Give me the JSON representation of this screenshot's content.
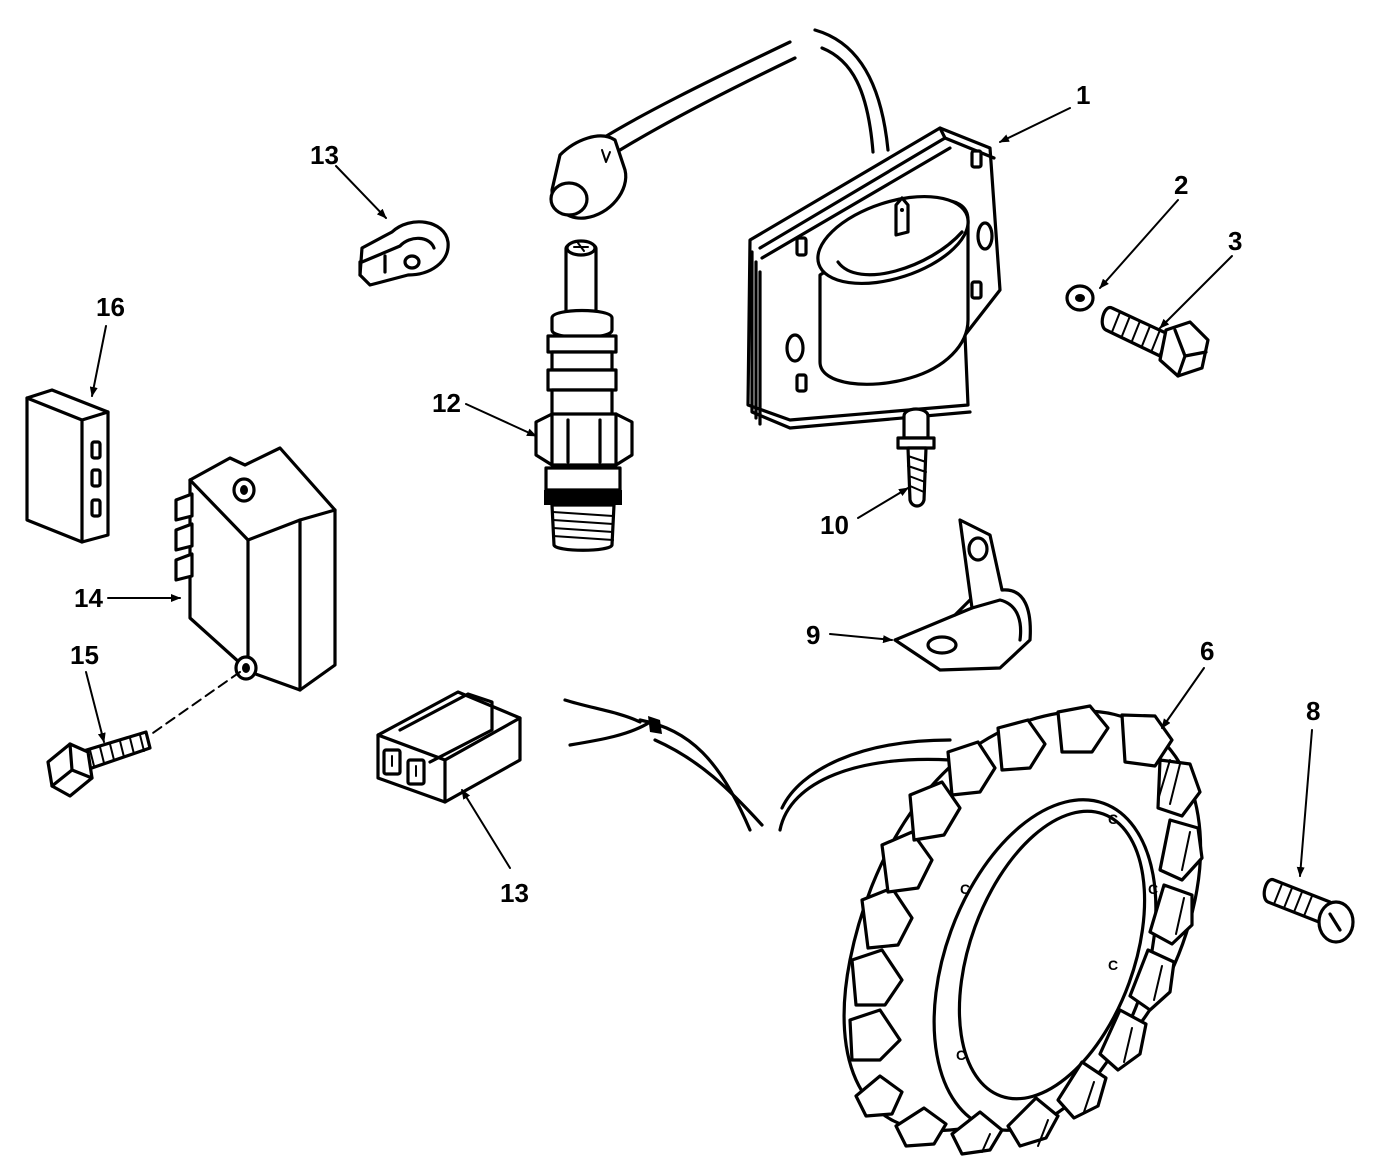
{
  "diagram": {
    "callouts": [
      {
        "id": "c1",
        "label": "1"
      },
      {
        "id": "c2",
        "label": "2"
      },
      {
        "id": "c3",
        "label": "3"
      },
      {
        "id": "c6",
        "label": "6"
      },
      {
        "id": "c8",
        "label": "8"
      },
      {
        "id": "c9",
        "label": "9"
      },
      {
        "id": "c10",
        "label": "10"
      },
      {
        "id": "c12",
        "label": "12"
      },
      {
        "id": "c13a",
        "label": "13"
      },
      {
        "id": "c13b",
        "label": "13"
      },
      {
        "id": "c14",
        "label": "14"
      },
      {
        "id": "c15",
        "label": "15"
      },
      {
        "id": "c16",
        "label": "16"
      }
    ],
    "stator_marks": [
      "C",
      "C",
      "C",
      "C",
      "C"
    ]
  }
}
